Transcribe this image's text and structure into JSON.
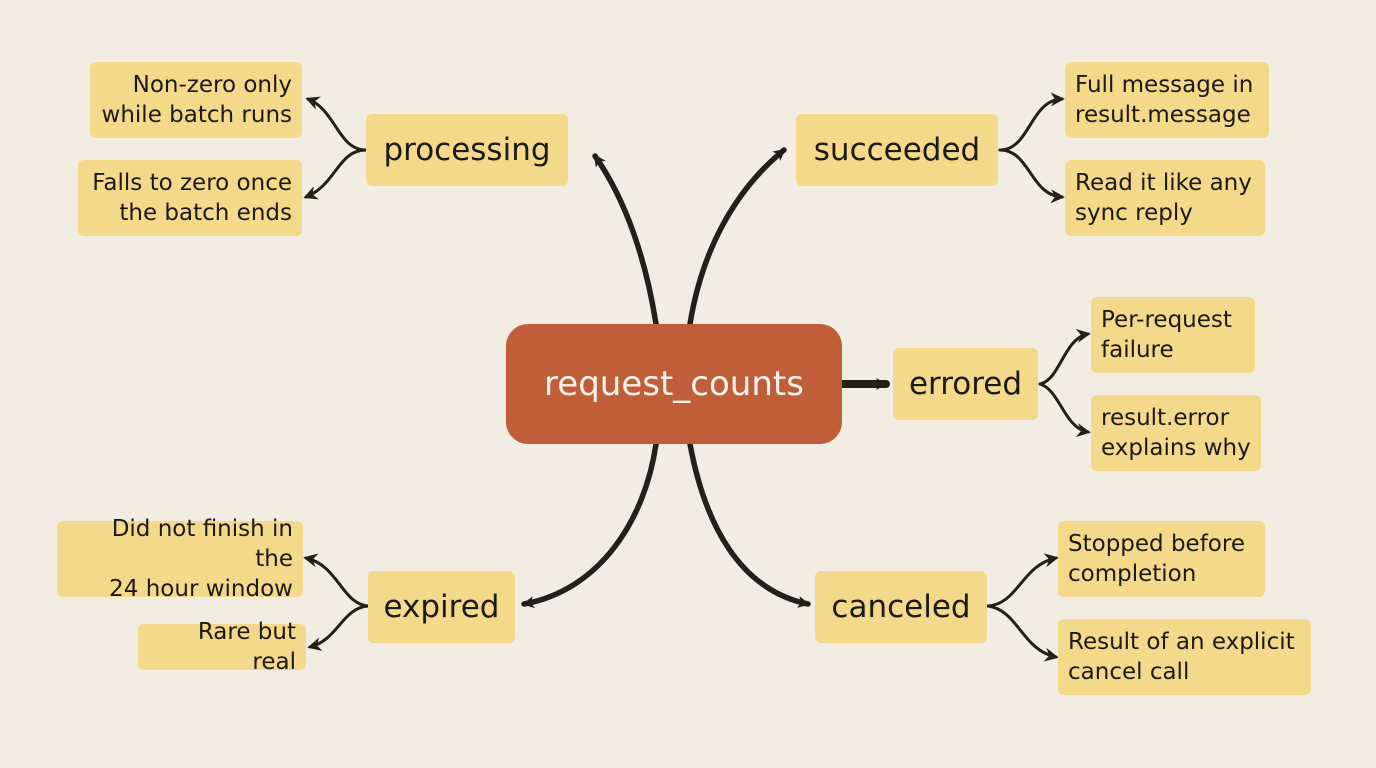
{
  "center": {
    "label": "request_counts"
  },
  "categories": {
    "processing": {
      "label": "processing",
      "notes": [
        "Non-zero only\nwhile batch runs",
        "Falls to zero once\nthe batch ends"
      ]
    },
    "succeeded": {
      "label": "succeeded",
      "notes": [
        "Full message in\nresult.message",
        "Read it like any\nsync reply"
      ]
    },
    "errored": {
      "label": "errored",
      "notes": [
        "Per-request\nfailure",
        "result.error\nexplains why"
      ]
    },
    "expired": {
      "label": "expired",
      "notes": [
        "Did not finish in the\n24 hour window",
        "Rare but real"
      ]
    },
    "canceled": {
      "label": "canceled",
      "notes": [
        "Stopped before\ncompletion",
        "Result of an explicit\ncancel call"
      ]
    }
  },
  "colors": {
    "background": "#f2ede3",
    "center_fill": "#bf5e39",
    "center_text": "#fbf3ea",
    "node_fill": "#f4d98a",
    "arrow": "#231f1a"
  }
}
